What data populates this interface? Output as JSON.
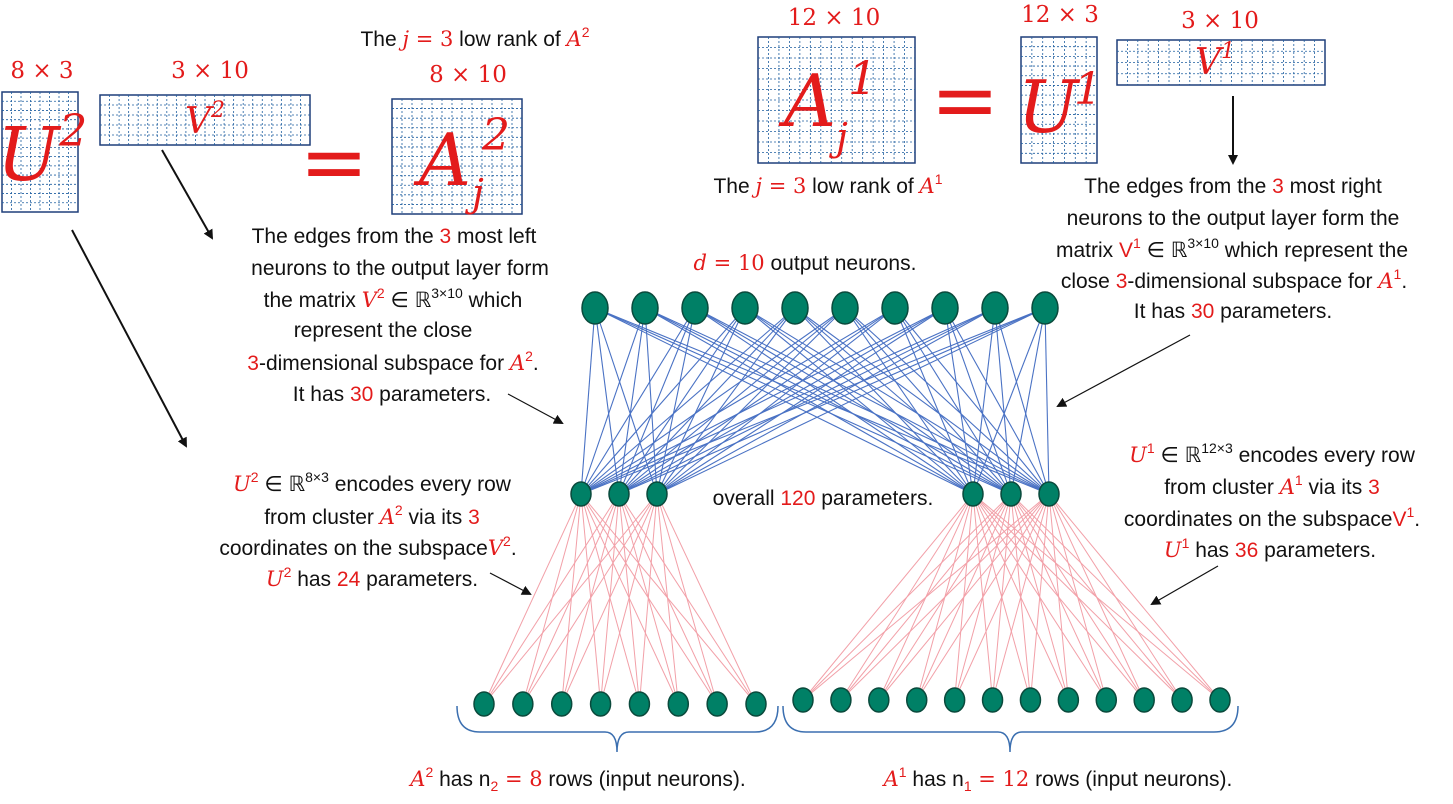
{
  "colors": {
    "red": "#e31b1b",
    "blue_edges": "#4a72c4",
    "pink_edges": "#f2a0a8",
    "neuron_fill": "#008066",
    "neuron_stroke": "#0a4a3c",
    "matrix_border": "#1f3f7a"
  },
  "matrices": {
    "U2": {
      "dim": "8 × 3",
      "sym": "U",
      "sup": "2"
    },
    "V2": {
      "dim": "3 × 10",
      "sym": "V",
      "sup": "2"
    },
    "A2j": {
      "dim": "8 × 10",
      "sym": "A",
      "sup": "2",
      "sub": "j"
    },
    "A1j": {
      "dim": "12 × 10",
      "sym": "A",
      "sup": "1",
      "sub": "j"
    },
    "U1": {
      "dim": "12 × 3",
      "sym": "U",
      "sup": "1"
    },
    "V1": {
      "dim": "3 × 10",
      "sym": "V",
      "sup": "1"
    },
    "equals": "="
  },
  "texts": {
    "lowrank2": {
      "pre": "The ",
      "j": "j",
      "eq": " = 3",
      "post": " low rank of ",
      "A": "A",
      "sup": "2"
    },
    "lowrank1": {
      "pre": "The ",
      "j": "j",
      "eq": " = 3",
      "post": " low rank of ",
      "A": "A",
      "sup": "1"
    },
    "output_neurons": {
      "d": "d",
      "eq": " = 10",
      "post": " output neurons."
    },
    "edges_left": {
      "l1a": "The edges from the ",
      "l1b": "3",
      "l1c": " most left",
      "l2": "neurons to the output  layer form",
      "l3a": "the matrix ",
      "l3b": "V",
      "l3c": "2",
      "l3d": " ∈ ℝ",
      "l3e": "3×10",
      "l3f": " which",
      "l4": "represent the close",
      "l5a": "3",
      "l5b": "-dimensional subspace for ",
      "l5c": "A",
      "l5d": "2",
      "l5e": ".",
      "l6a": "It has ",
      "l6b": "30",
      "l6c": " parameters."
    },
    "edges_right": {
      "l1a": "The edges from the ",
      "l1b": "3",
      "l1c": " most right",
      "l2": "neurons to the output  layer form the",
      "l3a": "matrix ",
      "l3b": "V",
      "l3c": "1",
      "l3d": " ∈ ℝ",
      "l3e": "3×10",
      "l3f": " which represent the",
      "l4a": "close ",
      "l4b": "3",
      "l4c": "-dimensional subspace for ",
      "l4d": "A",
      "l4e": "1",
      "l4f": ".",
      "l5a": "It has ",
      "l5b": "30",
      "l5c": " parameters."
    },
    "u2_desc": {
      "l1a": "U",
      "l1b": "2",
      "l1c": " ∈ ℝ",
      "l1d": "8×3",
      "l1e": " encodes every row",
      "l2a": "from cluster ",
      "l2b": "A",
      "l2c": "2",
      "l2d": " via its ",
      "l2e": "3",
      "l3a": "coordinates on the subspace",
      "l3b": "V",
      "l3c": "2",
      "l3d": ".",
      "l4a": "U",
      "l4b": "2",
      "l4c": " has ",
      "l4d": "24",
      "l4e": " parameters."
    },
    "u1_desc": {
      "l1a": "U",
      "l1b": "1",
      "l1c": " ∈ ℝ",
      "l1d": "12×3",
      "l1e": " encodes every row",
      "l2a": "from cluster ",
      "l2b": "A",
      "l2c": "1",
      "l2d": " via its ",
      "l2e": "3",
      "l3a": "coordinates on the subspace",
      "l3b": "V",
      "l3c": "1",
      "l3d": ".",
      "l4a": "U",
      "l4b": "1",
      "l4c": " has ",
      "l4d": "36",
      "l4e": " parameters."
    },
    "overall": {
      "pre": "overall ",
      "num": "120",
      "post": " parameters."
    },
    "a2_rows": {
      "A": "A",
      "sup": "2",
      "mid": " has n",
      "sub": "2",
      "eq": " = 8",
      "post": " rows (input neurons)."
    },
    "a1_rows": {
      "A": "A",
      "sup": "1",
      "mid": " has n",
      "sub": "1",
      "eq": " = 12",
      "post": " rows (input neurons)."
    }
  },
  "network": {
    "output_count": 10,
    "hidden_left_count": 3,
    "hidden_right_count": 3,
    "input_left_count": 8,
    "input_right_count": 12
  }
}
